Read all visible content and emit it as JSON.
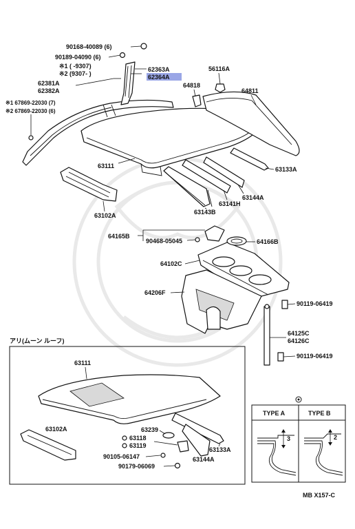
{
  "labels": {
    "p90168": "90168-40089 (6)",
    "p90189": "90189-04090 (6)",
    "note1": "※1 (      -9307)",
    "note2": "※2 (9307-      )",
    "p62363": "62363A",
    "p62364": "62364A",
    "p56116": "56116A",
    "p64818": "64818",
    "p64811": "64811",
    "p62381": "62381A",
    "p62382": "62382A",
    "p67869a": "※1 67869-22030 (7)",
    "p67869b": "※2 67869-22030 (6)",
    "p63111": "63111",
    "p63133": "63133A",
    "p63144": "63144A",
    "p63141": "63141H",
    "p63143": "63143B",
    "p63102": "63102A",
    "p64165": "64165B",
    "p90468": "90468-05045",
    "p64166": "64166B",
    "p64102": "64102C",
    "p64206": "64206F",
    "p90119a": "90119-06419",
    "p64125": "64125C",
    "p64126": "64126C",
    "p90119b": "90119-06419"
  },
  "inset": {
    "title": "アリ(ムーン ルーフ)",
    "p63111": "63111",
    "p63102": "63102A",
    "p63239": "63239",
    "p63118": "63118",
    "p63119": "63119",
    "p90105": "90105-06147",
    "p90179": "90179-06069",
    "p63133": "63133A",
    "p63144": "63144A"
  },
  "type_box": {
    "type_a": "TYPE A",
    "type_b": "TYPE B",
    "dim_a": "3",
    "dim_b": "2"
  },
  "footer": {
    "code": "MB X157-C"
  },
  "colors": {
    "highlight": "#9aa6e6",
    "line": "#111111"
  }
}
